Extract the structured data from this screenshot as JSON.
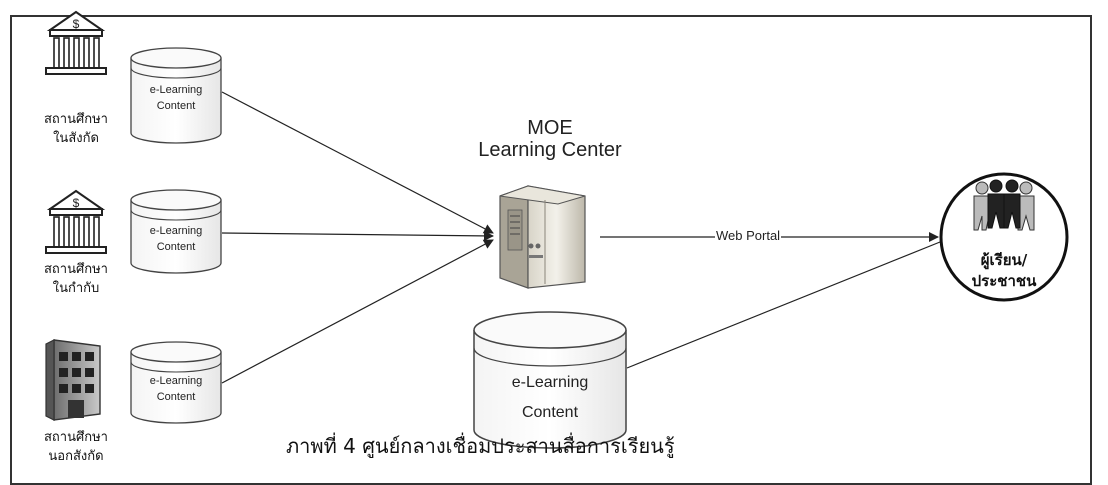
{
  "sources": [
    {
      "label_line1": "สถานศึกษา",
      "label_line2": "ในสังกัด",
      "icon": "bank-building-icon",
      "db": {
        "line1": "e-Learning",
        "line2": "Content"
      }
    },
    {
      "label_line1": "สถานศึกษา",
      "label_line2": "ในกำกับ",
      "icon": "bank-building-icon",
      "db": {
        "line1": "e-Learning",
        "line2": "Content"
      }
    },
    {
      "label_line1": "สถานศึกษา",
      "label_line2": "นอกสังกัด",
      "icon": "office-building-icon",
      "db": {
        "line1": "e-Learning",
        "line2": "Content"
      }
    }
  ],
  "hub": {
    "title_line1": "MOE",
    "title_line2": "Learning Center",
    "icon": "server-icon"
  },
  "central_db": {
    "line1": "e-Learning",
    "line2": "Content"
  },
  "connector_label": "Web Portal",
  "target": {
    "label_line1": "ผู้เรียน/",
    "label_line2": "ประชาชน",
    "icon": "people-group-icon"
  },
  "caption": "ภาพที่ 4 ศูนย์กลางเชื่อมประสานสื่อการเรียนรู้",
  "colors": {
    "line": "#222222",
    "frame": "#333333"
  }
}
